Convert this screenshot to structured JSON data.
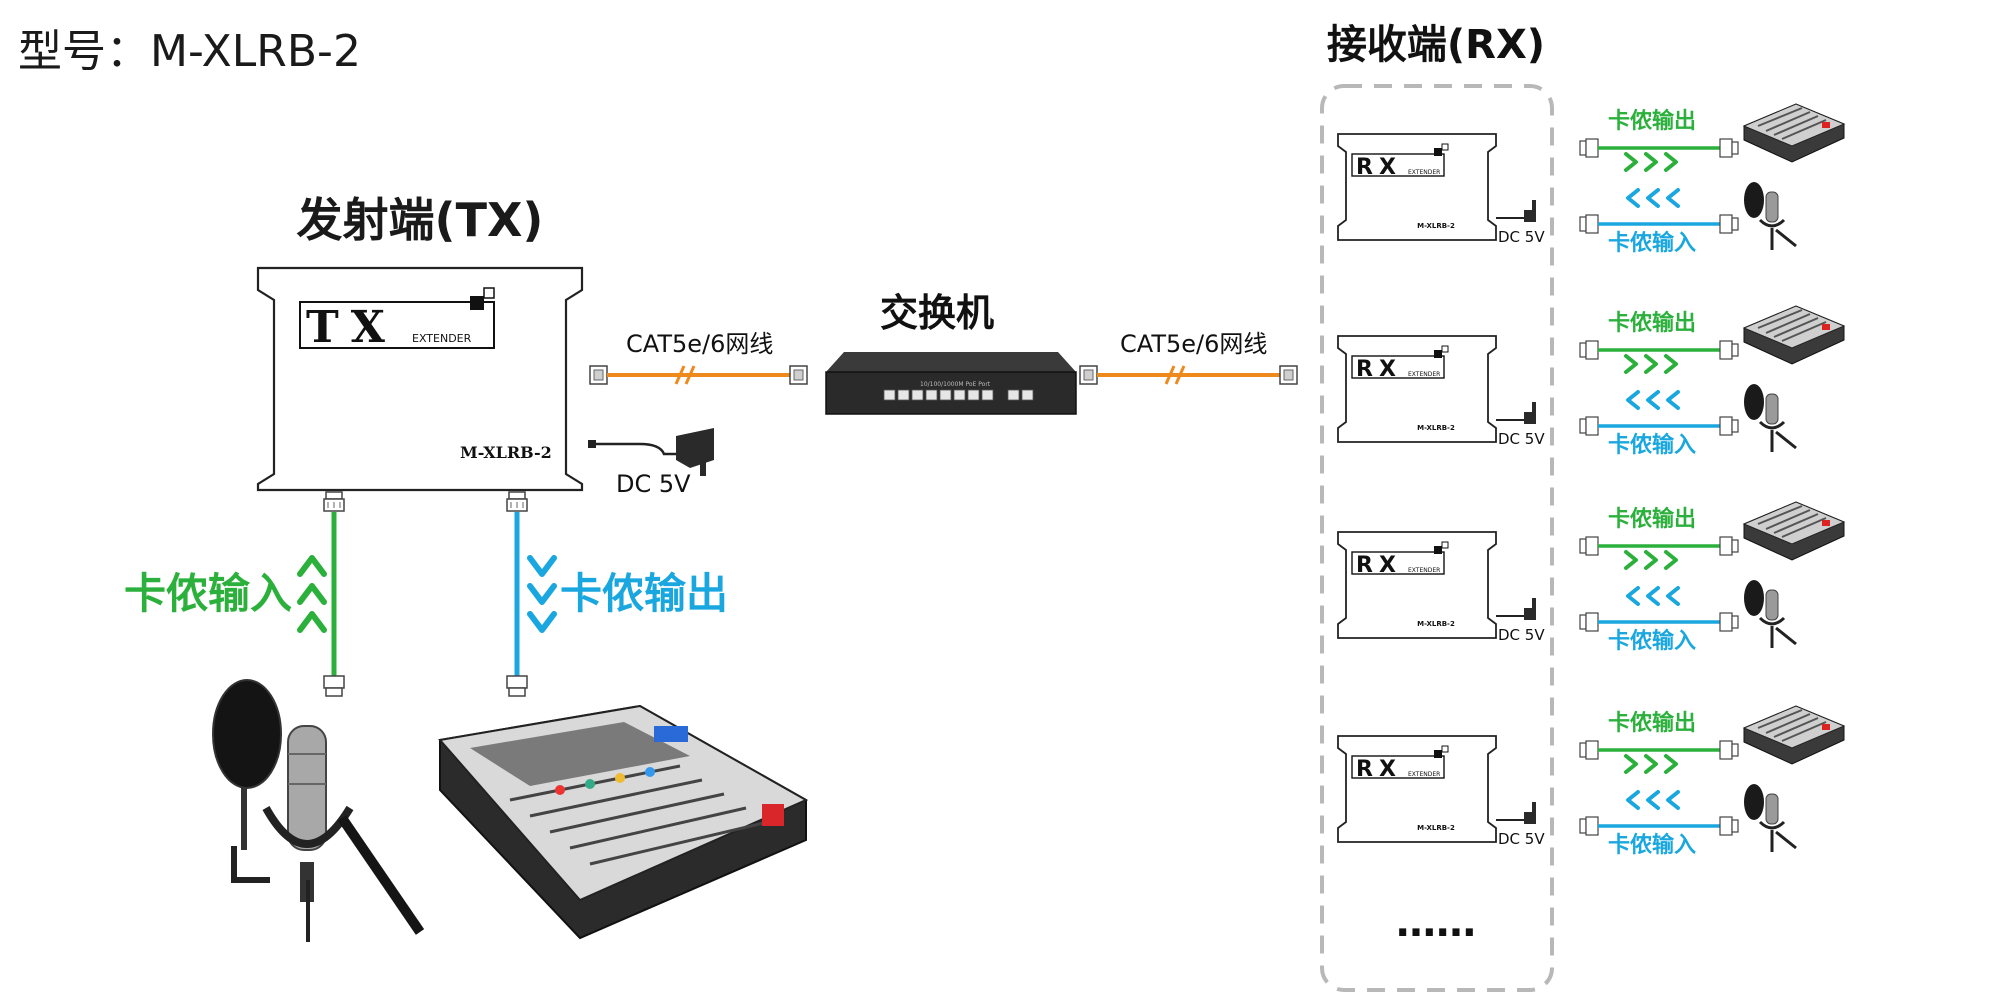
{
  "model_title": "型号：M-XLRB-2",
  "tx": {
    "heading": "发射端(TX)",
    "logo_text": "TX",
    "logo_sub": "EXTENDER",
    "model_label": "M-XLRB-2",
    "input_label": "卡侬输入",
    "input_arrows": "^^^",
    "output_label": "卡侬输出",
    "output_arrows": "vvv",
    "dc_label": "DC 5V"
  },
  "switch": {
    "label": "交换机",
    "face_text": "10/100/1000M PoE Port"
  },
  "cable_left_label": "CAT5e/6网线",
  "cable_right_label": "CAT5e/6网线",
  "rx": {
    "heading": "接收端(RX)",
    "units": [
      {
        "logo_text": "RX",
        "logo_sub": "EXTENDER",
        "model_label": "M-XLRB-2",
        "dc_label": "DC 5V",
        "out_label": "卡侬输出",
        "out_arrows": ">>>",
        "in_label": "卡侬输入",
        "in_arrows": "<<<"
      },
      {
        "logo_text": "RX",
        "logo_sub": "EXTENDER",
        "model_label": "M-XLRB-2",
        "dc_label": "DC 5V",
        "out_label": "卡侬输出",
        "out_arrows": ">>>",
        "in_label": "卡侬输入",
        "in_arrows": "<<<"
      },
      {
        "logo_text": "RX",
        "logo_sub": "EXTENDER",
        "model_label": "M-XLRB-2",
        "dc_label": "DC 5V",
        "out_label": "卡侬输出",
        "out_arrows": ">>>",
        "in_label": "卡侬输入",
        "in_arrows": "<<<"
      },
      {
        "logo_text": "RX",
        "logo_sub": "EXTENDER",
        "model_label": "M-XLRB-2",
        "dc_label": "DC 5V",
        "out_label": "卡侬输出",
        "out_arrows": ">>>",
        "in_label": "卡侬输入",
        "in_arrows": "<<<"
      }
    ],
    "more": "……"
  },
  "colors": {
    "green": "#2bb03c",
    "blue": "#1aa7e0",
    "orange": "#ee8a1c",
    "text": "#1a1a1a",
    "dash": "#b8b8b8"
  }
}
